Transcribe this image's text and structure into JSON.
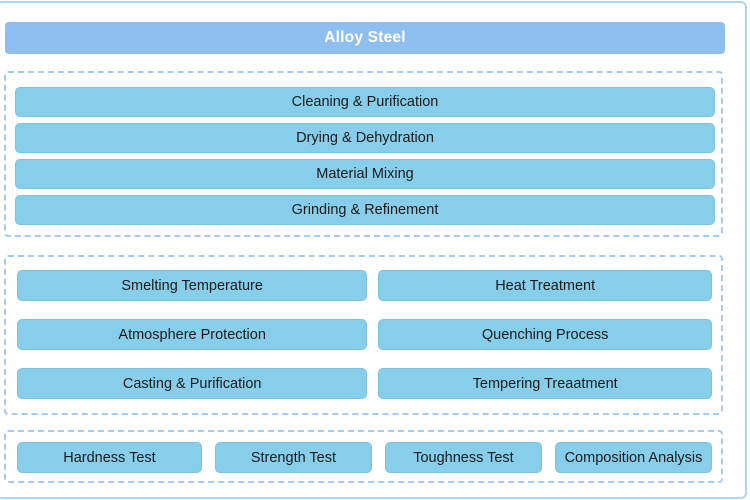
{
  "header": {
    "title": "Alloy Steel"
  },
  "stages": {
    "preparation": {
      "items": [
        "Cleaning & Purification",
        "Drying & Dehydration",
        "Material Mixing",
        "Grinding & Refinement"
      ]
    },
    "processing": {
      "rows": [
        {
          "left": "Smelting Temperature",
          "right": "Heat Treatment"
        },
        {
          "left": "Atmosphere Protection",
          "right": "Quenching Process"
        },
        {
          "left": "Casting & Purification",
          "right": "Tempering Treaatment"
        }
      ]
    },
    "testing": {
      "items": [
        "Hardness Test",
        "Strength Test",
        "Toughness Test",
        "Composition Analysis"
      ]
    }
  },
  "colors": {
    "header_fill": "#8fbff0",
    "header_text": "#ffffff",
    "node_fill": "#87ceeb",
    "node_border": "#79c4e2",
    "node_text": "#1b1b1b",
    "dashed_border": "#a4ccf3",
    "outer_border": "#aed6f5",
    "background": "#ffffff"
  }
}
